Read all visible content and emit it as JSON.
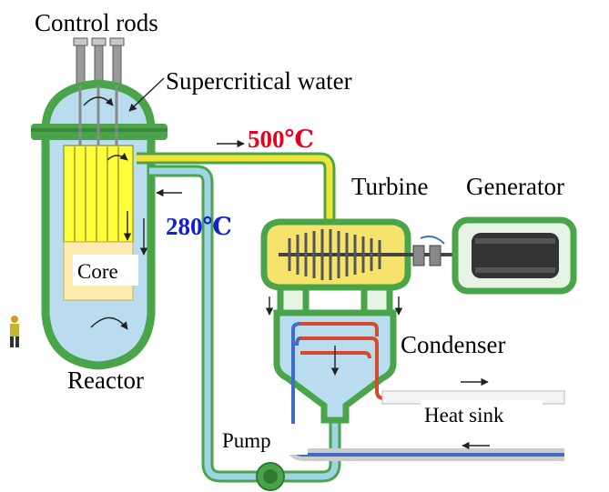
{
  "labels": {
    "control_rods": "Control rods",
    "supercritical_water": "Supercritical water",
    "core": "Core",
    "reactor": "Reactor",
    "turbine": "Turbine",
    "generator": "Generator",
    "condenser": "Condenser",
    "heat_sink": "Heat sink",
    "pump": "Pump"
  },
  "temperatures": {
    "hot_leg": "500℃",
    "cold_leg": "280℃"
  },
  "colors": {
    "vessel_outline": "#4aa54a",
    "vessel_fill": "#b9dcef",
    "core_fuel": "#ffff3a",
    "core_lower": "#fdebb0",
    "hot_pipe": "#f2e434",
    "cold_pipe": "#9fd3e6",
    "hot_temp_text": "#e8001c",
    "cold_temp_text": "#1020d0",
    "condenser_hot_tube": "#d44a2a",
    "condenser_cold_tube": "#3f6cc4",
    "generator_body": "#333333"
  }
}
